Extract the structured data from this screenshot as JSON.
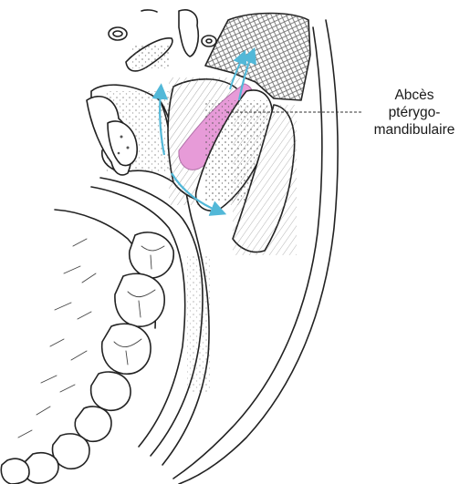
{
  "figure": {
    "label": {
      "line1": "Abcès",
      "line2": "ptérygo-",
      "line3": "mandibulaire"
    },
    "colors": {
      "abscess": "#e79bd8",
      "arrow": "#52b8d8",
      "outline": "#222222",
      "background": "#ffffff"
    }
  }
}
